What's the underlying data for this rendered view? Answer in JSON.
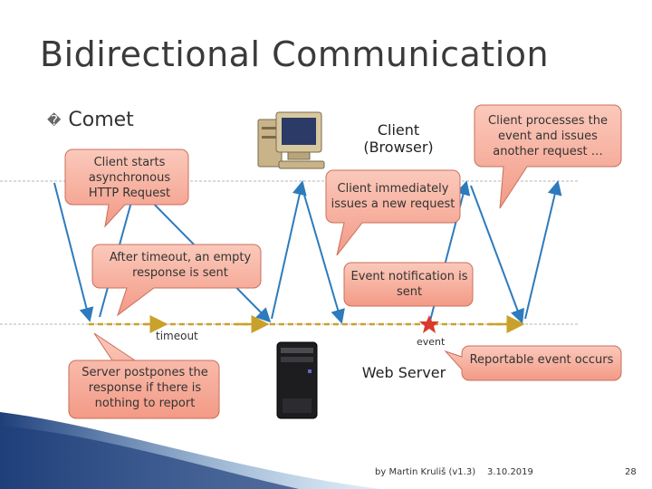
{
  "slide": {
    "title": "Bidirectional Communication",
    "bullet_glyph": "�",
    "bullet": "Comet"
  },
  "labels": {
    "client": "Client\n(Browser)",
    "web_server": "Web Server",
    "timeout": "timeout",
    "event": "event"
  },
  "callouts": {
    "client_starts": "Client starts asynchronous HTTP Request",
    "after_timeout": "After timeout, an empty response is sent",
    "server_postpones": "Server postpones the response if there is nothing to report",
    "client_immediately": "Client immediately issues a new request",
    "event_notification": "Event notification is sent",
    "client_processes": "Client processes the event and issues another request …",
    "reportable_event": "Reportable event occurs"
  },
  "footer": {
    "author": "by Martin Kruliš (v1.3)",
    "date": "3.10.2019",
    "page": "28"
  },
  "colors": {
    "callout_fill": "#f7a18e",
    "callout_stroke": "#c96f5c",
    "arrow": "#2d7bbd",
    "dashed_line": "#c9a12a",
    "timeline": "#b5b5b5",
    "star": "#d93a2b"
  }
}
